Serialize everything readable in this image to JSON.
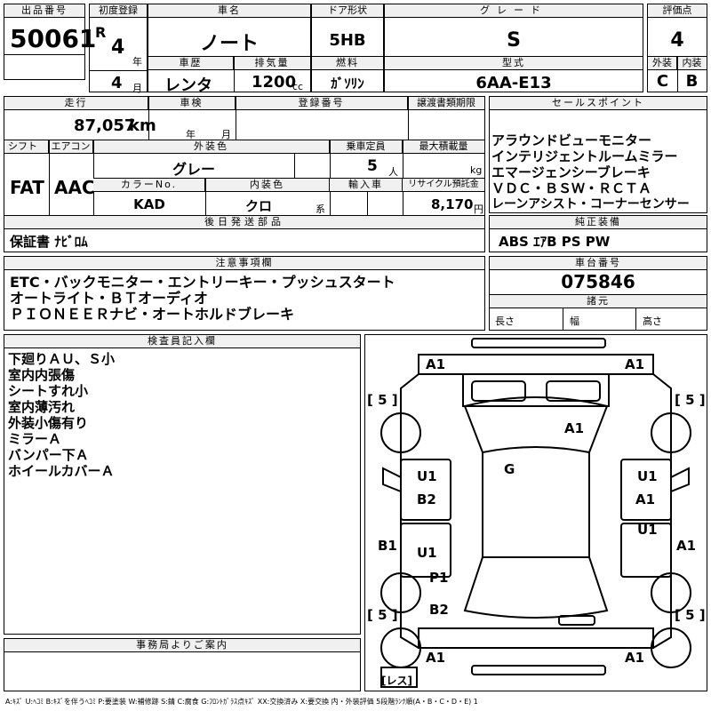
{
  "top": {
    "lot_label": "出品番号",
    "lot_value": "50061",
    "reg_label": "初度登録",
    "era": "R",
    "year_val": "4",
    "year_unit": "年",
    "month_val": "4",
    "month_unit": "月",
    "model_label": "車名",
    "model_value": "ノート",
    "history_label": "車歴",
    "history_value": "レンタ",
    "disp_label": "排気量",
    "disp_value": "1200",
    "disp_unit": "cc",
    "door_label": "ドア形状",
    "door_value": "5HB",
    "fuel_label": "燃料",
    "fuel_value": "ｶﾞｿﾘﾝ",
    "grade_label": "グレード",
    "grade_value": "S",
    "type_label": "型式",
    "type_value": "6AA-E13",
    "score_label": "評価点",
    "score_value": "4",
    "ext_label": "外装",
    "ext_value": "C",
    "int_label": "内装",
    "int_value": "B"
  },
  "row2": {
    "mileage_label": "走行",
    "mileage_value": "87,057",
    "mileage_unit": "km",
    "inspect_label": "車検",
    "inspect_y": "年",
    "inspect_m": "月",
    "plate_label": "登録番号",
    "transfer_label": "譲渡書類期限",
    "shift_label": "シフト",
    "shift_value": "FAT",
    "ac_label": "エアコン",
    "ac_value": "AAC",
    "color_label": "外装色",
    "color_value": "グレー",
    "seats_label": "乗車定員",
    "seats_value": "5",
    "seats_unit": "人",
    "load_label": "最大積載量",
    "load_unit": "kg",
    "colorno_label": "カラーNo.",
    "colorno_value": "KAD",
    "intcolor_label": "内装色",
    "intcolor_value": "クロ",
    "intcolor_unit": "系",
    "import_label": "輸入車",
    "recycle_label": "リサイクル預託金",
    "recycle_value": "8,170",
    "recycle_unit": "円",
    "later_label": "後日発送部品",
    "later_value": "保証書 ﾅﾋﾞﾛﾑ"
  },
  "sales": {
    "label": "セールスポイント",
    "items": [
      "アラウンドビューモニター",
      "インテリジェントルームミラー",
      "エマージェンシーブレーキ",
      "ＶＤＣ・ＢＳＷ・ＲＣＴＡ",
      "レーンアシスト・コーナーセンサー"
    ]
  },
  "equip": {
    "label": "純正装備",
    "value": "ABS ｴｱB PS PW"
  },
  "notes": {
    "label": "注意事項欄",
    "lines": [
      "ETC・バックモニター・エントリーキー・プッシュスタート",
      "オートライト・ＢＴオーディオ",
      "ＰＩＯＮＥＥＲナビ・オートホルドブレーキ"
    ]
  },
  "chassis": {
    "label": "車台番号",
    "value": "075846",
    "spec_label": "諸元",
    "len_label": "長さ",
    "wid_label": "幅",
    "hei_label": "高さ"
  },
  "inspector": {
    "label": "検査員記入欄",
    "lines": [
      "下廻りＡＵ、Ｓ小",
      "室内内張傷",
      "シートすれ小",
      "室内薄汚れ",
      "外装小傷有り",
      "ミラーＡ",
      "バンパー下Ａ",
      "ホイールカバーＡ"
    ]
  },
  "office": {
    "label": "事務局よりご案内"
  },
  "diagram": {
    "marks": [
      "A1",
      "A1",
      "A1",
      "G",
      "U1",
      "B2",
      "U1",
      "A1",
      "U1",
      "B1",
      "U1",
      "A1",
      "P1",
      "B2",
      "A1",
      "A1"
    ],
    "tire": "5",
    "spare": "レス"
  },
  "legend": "A:ｷｽﾞ U:ﾍｺﾐ B:ｷｽﾞを伴うﾍｺﾐ P:要塗装 W:補修跡 S:錆 C:腐食 G:ﾌﾛﾝﾄｶﾞﾗｽ点ｷｽﾞ XX:交換済み X:要交換 内・外装評価 5段階ﾗﾝｸ順(A・B・C・D・E) 1"
}
